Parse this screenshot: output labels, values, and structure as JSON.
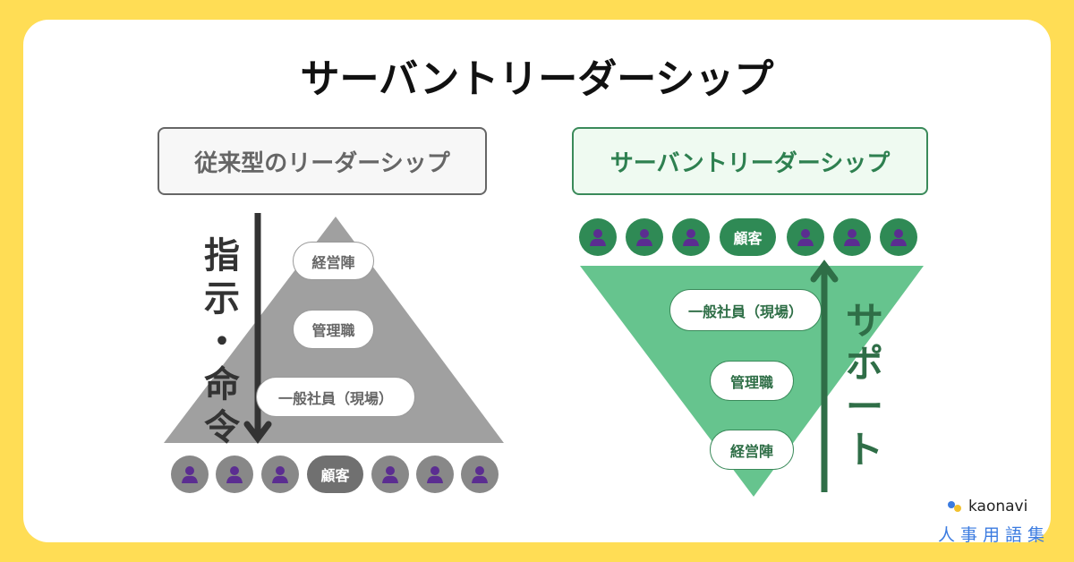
{
  "title": "サーバントリーダーシップ",
  "left": {
    "heading": "従来型のリーダーシップ",
    "arrow_text": [
      "指",
      "示",
      "・",
      "命",
      "令"
    ],
    "levels": [
      "経営陣",
      "管理職",
      "一般社員（現場）"
    ],
    "customer": "顧客"
  },
  "right": {
    "heading": "サーバントリーダーシップ",
    "arrow_text": [
      "サ",
      "ポ",
      "ー",
      "ト"
    ],
    "levels": [
      "一般社員（現場）",
      "管理職",
      "経営陣"
    ],
    "customer": "顧客"
  },
  "logo": {
    "brand": "kaonavi",
    "subtitle": "人事用語集"
  },
  "colors": {
    "background": "#ffdd55",
    "gray": "#a0a0a0",
    "green": "#66c48e",
    "dark_green": "#2f6e47",
    "person": "#5b2d91"
  }
}
